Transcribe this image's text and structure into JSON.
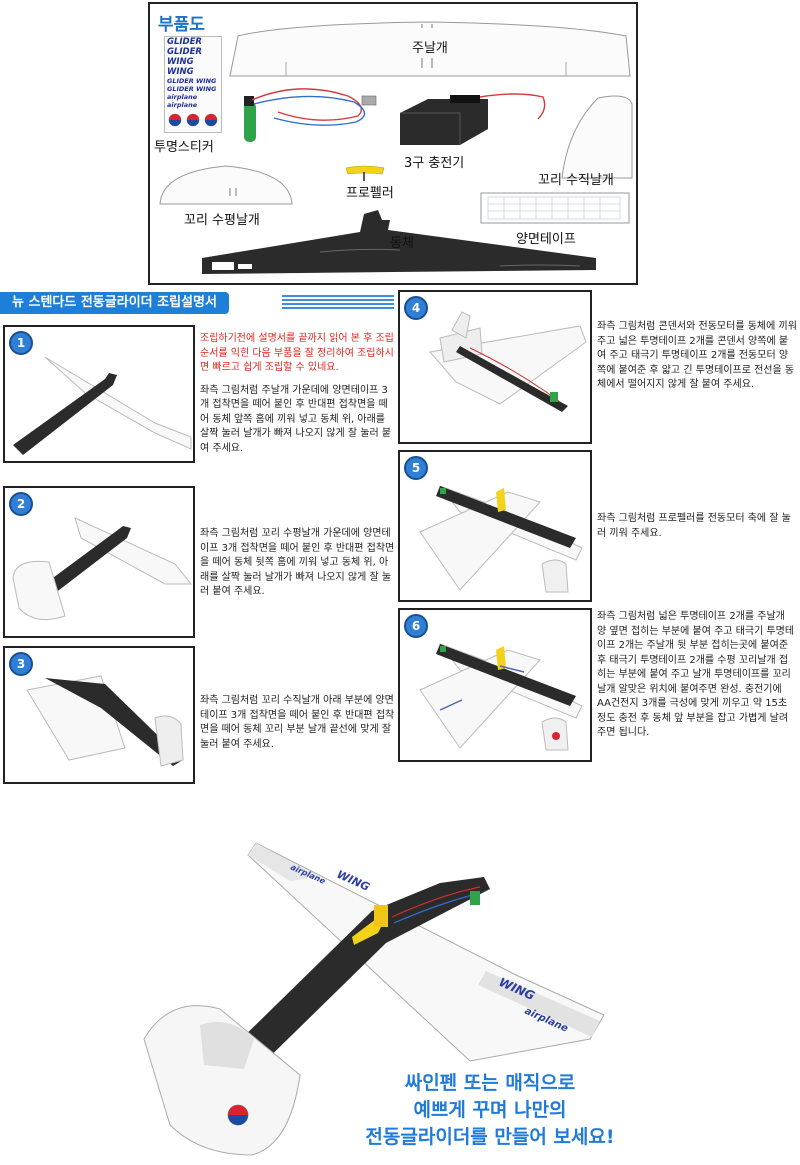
{
  "parts": {
    "title": "부품도",
    "main_wing": "주날개",
    "sticker": "투명스티커",
    "charger": "3구 충전기",
    "tail_fin": "꼬리 수직날개",
    "propeller": "프로펠러",
    "tail_plane": "꼬리 수평날개",
    "fuselage": "동체",
    "tape": "양면테이프",
    "sticker_texts": [
      "GLIDER",
      "GLIDER",
      "WING",
      "WING",
      "GLIDER WING",
      "GLIDER WING",
      "airplane",
      "airplane"
    ]
  },
  "banner": {
    "title": "뉴 스텐다드 전동글라이더 조립설명서"
  },
  "steps": [
    {
      "num": "1",
      "intro": "조립하기전에 설명서를 끝까지 읽어 본 후 조립순서를 익힌 다음 부품을 잘 정리하여 조립하시면 빠르고 쉽게 조립할 수 있네요.",
      "text": "좌측 그림처럼 주날개 가운데에 양면테이프 3개 접착면을 떼어 붙인 후 반대편 접착면을 떼어 동체 앞쪽 홈에 끼워 넣고 동체 위, 아래를 살짝 눌러 날개가 빠져 나오지 않게 잘 눌러 붙여 주세요."
    },
    {
      "num": "2",
      "text": "좌측 그림처럼 꼬리 수평날개 가운데에 양면테이프 3개 접착면을 떼어 붙인 후 반대편 접착면을 떼어 동체 뒷쪽 홈에 끼워 넣고 동체 위, 아래를 살짝 눌러 날개가 빠져 나오지 않게 잘 눌러 붙여 주세요."
    },
    {
      "num": "3",
      "text": "좌측 그림처럼 꼬리 수직날개 아래 부분에 양면테이프 3개 접착면을 떼어 붙인 후 반대편 접착면을 떼어 동체 꼬리 부분 날개 끝선에 맞게 잘 눌러 붙여 주세요."
    },
    {
      "num": "4",
      "text": "좌측 그림처럼 콘덴서와 전동모터를 동체에 끼워 주고 넓은 투명테이프 2개를 콘덴서 양쪽에 붙여 주고 태극기 투명테이프 2개를 전동모터 양쪽에 붙여준 후 얇고 긴 투명테이프로 전선을 동체에서 떨어지지 않게 잘 붙여 주세요."
    },
    {
      "num": "5",
      "text": "좌측 그림처럼 프로펠러를 전동모터 축에 잘 눌러 끼워 주세요."
    },
    {
      "num": "6",
      "text": "좌측 그림처럼 넓은 투명테이프 2개를 주날개 양 옆면 접히는 부분에 붙여 주고 태극기 투명테이프 2개는 주날개 뒷 부분 접히는곳에 붙여준 후  태극기 투명테이프 2개를 수평 꼬리날개 접히는 부분에 붙여 주고 날개 투명테이프를 꼬리 날개 알맞은 위치에 붙여주면 완성. 충전기에 AA건전지 3개를 극성에 맞게 끼우고 약 15초 정도 충전 후 동체 앞 부분을 잡고 가볍게 날려주면 됩니다."
    }
  ],
  "final_plane": {
    "wing_text": "WING",
    "wing_text2": "airplane"
  },
  "slogan": {
    "line1": "싸인펜 또는 매직으로",
    "line2": "예쁘게 꾸며 나만의",
    "line3": "전동글라이더를 만들어 보세요!"
  },
  "colors": {
    "accent_blue": "#1e7fd8",
    "intro_red": "#e0251b",
    "fuselage_black": "#2b2b2b"
  }
}
